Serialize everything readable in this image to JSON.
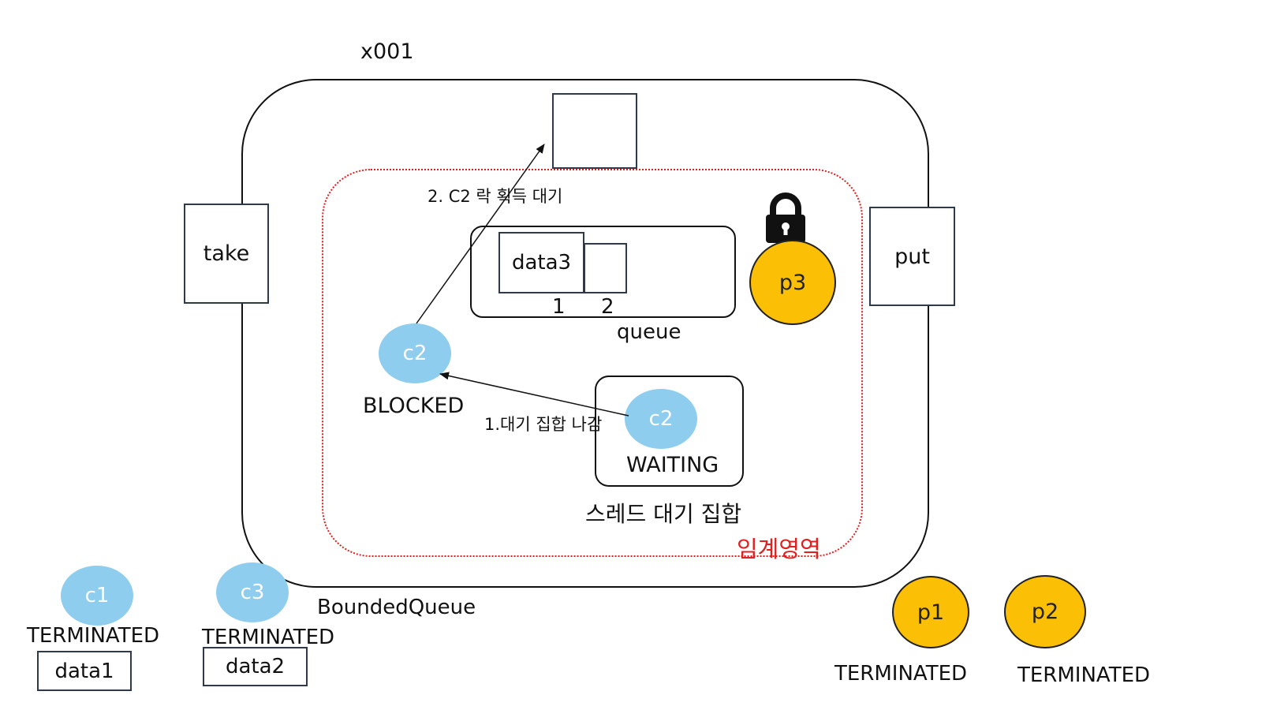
{
  "diagram": {
    "instance_label": "x001",
    "class_label": "BoundedQueue",
    "methods": {
      "take": "take",
      "put": "put"
    },
    "critical_section_label": "임계영역",
    "queue": {
      "label": "queue",
      "slots": [
        {
          "content": "data3",
          "index": "1"
        },
        {
          "content": "",
          "index": "2"
        }
      ]
    },
    "wait_set": {
      "label": "스레드 대기 집합",
      "thread": {
        "name": "c2",
        "state": "WAITING"
      }
    },
    "blocked_thread": {
      "name": "c2",
      "state": "BLOCKED"
    },
    "lock_holder": {
      "name": "p3"
    },
    "steps": {
      "step1": "1.대기 집합 나감",
      "step2": "2. C2 락 획득 대기"
    },
    "outside_threads": [
      {
        "name": "c1",
        "state": "TERMINATED",
        "data": "data1"
      },
      {
        "name": "c3",
        "state": "TERMINATED",
        "data": "data2"
      },
      {
        "name": "p1",
        "state": "TERMINATED"
      },
      {
        "name": "p2",
        "state": "TERMINATED"
      }
    ],
    "colors": {
      "consumer": "#8ecdee",
      "producer": "#fbbf05",
      "critical_section": "#e02020"
    }
  }
}
